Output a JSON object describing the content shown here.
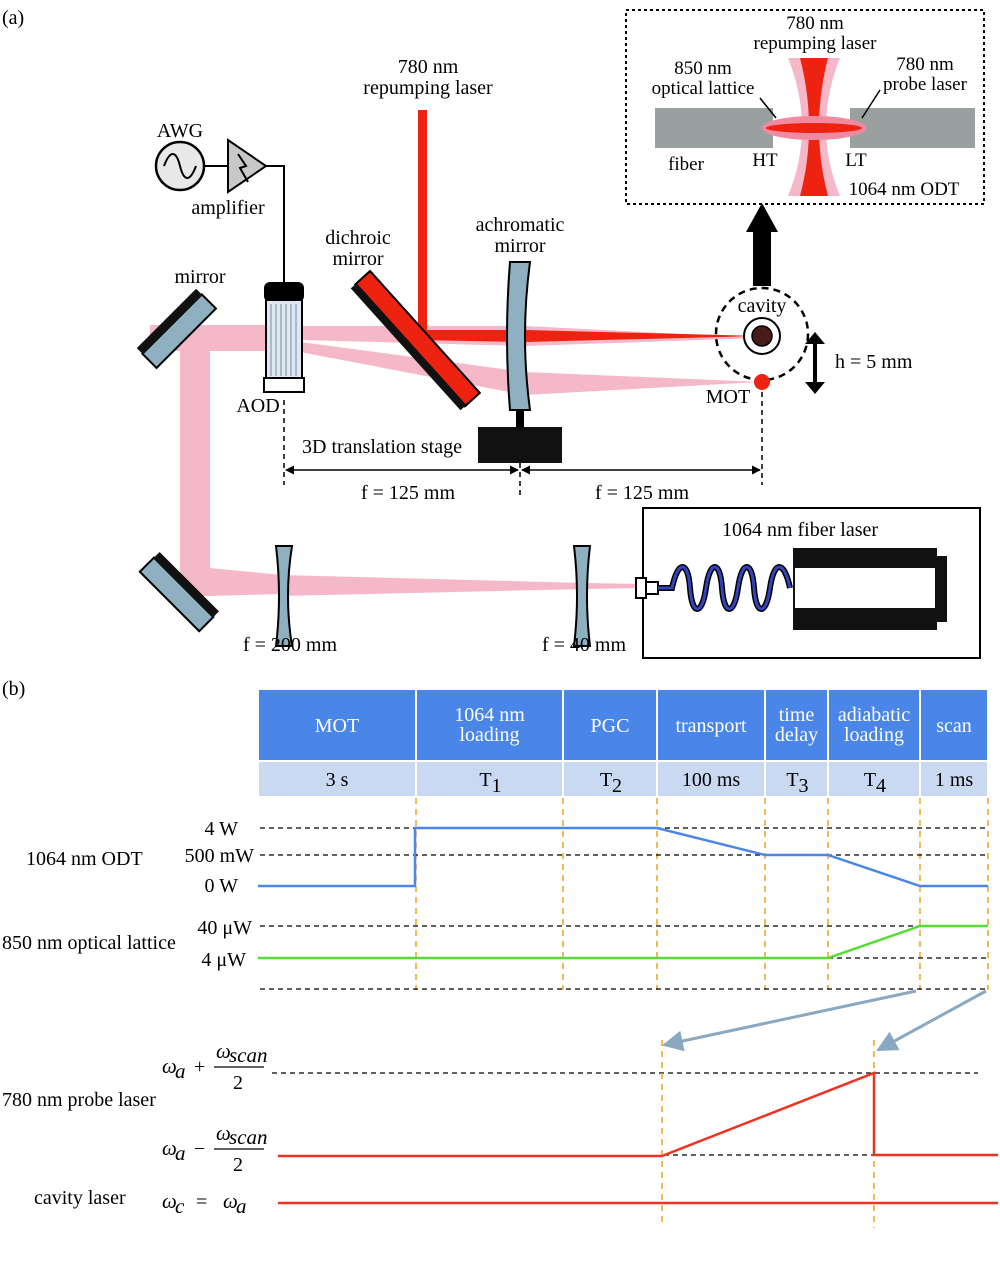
{
  "panel_a": {
    "label": "(a)",
    "repump_top": [
      "780 nm",
      "repumping laser"
    ],
    "awg": "AWG",
    "amplifier": "amplifier",
    "dichroic": [
      "dichroic",
      "mirror"
    ],
    "achromatic": [
      "achromatic",
      "mirror"
    ],
    "mirror": "mirror",
    "aod": "AOD",
    "stage": "3D translation stage",
    "cavity": "cavity",
    "mot": "MOT",
    "height": "h = 5 mm",
    "f_left": "f = 125 mm",
    "f_right": "f = 125 mm",
    "f200": "f = 200 mm",
    "f40": "f = 40 mm",
    "fiber_laser": "1064 nm fiber laser",
    "inset": {
      "repump": [
        "780 nm",
        "repumping laser"
      ],
      "lattice": [
        "850 nm",
        "optical lattice"
      ],
      "probe": [
        "780 nm",
        "probe laser"
      ],
      "fiber": "fiber",
      "ht": "HT",
      "lt": "LT",
      "odt": "1064 nm ODT"
    }
  },
  "panel_b": {
    "label": "(b)",
    "stages": [
      {
        "name": [
          "MOT"
        ],
        "duration": "3 s"
      },
      {
        "name": [
          "1064 nm",
          "loading"
        ],
        "duration": "T",
        "sub": "1"
      },
      {
        "name": [
          "PGC"
        ],
        "duration": "T",
        "sub": "2"
      },
      {
        "name": [
          "transport"
        ],
        "duration": "100 ms"
      },
      {
        "name": [
          "time",
          "delay"
        ],
        "duration": "T",
        "sub": "3"
      },
      {
        "name": [
          "adiabatic",
          "loading"
        ],
        "duration": "T",
        "sub": "4"
      },
      {
        "name": [
          "scan"
        ],
        "duration": "1 ms"
      }
    ],
    "odt": {
      "name": "1064 nm ODT",
      "levels": [
        "4 W",
        "500 mW",
        "0 W"
      ]
    },
    "lattice": {
      "name": "850 nm optical lattice",
      "levels": [
        "40 μW",
        "4 μW"
      ]
    },
    "probe": {
      "name": "780 nm probe laser",
      "upper": [
        "ω",
        "a",
        "+",
        "ω",
        "scan",
        "2"
      ],
      "lower": [
        "ω",
        "a",
        "−",
        "ω",
        "scan",
        "2"
      ]
    },
    "cavity": {
      "name": "cavity laser",
      "eq": [
        "ω",
        "c",
        "=",
        "ω",
        "a"
      ]
    }
  },
  "colors": {
    "header_blue": "#4a86e8",
    "duration_bg": "#c9d9f1",
    "odt_line": "#4a86e8",
    "lattice_line": "#55dd33",
    "probe_line": "#ee3322",
    "laser_red": "#ee2211",
    "beam_pink": "#f5b8c8",
    "optic_fill": "#8fb0c0",
    "guide_orange": "#f0a020",
    "arrow_gray": "#8aa8c0"
  }
}
